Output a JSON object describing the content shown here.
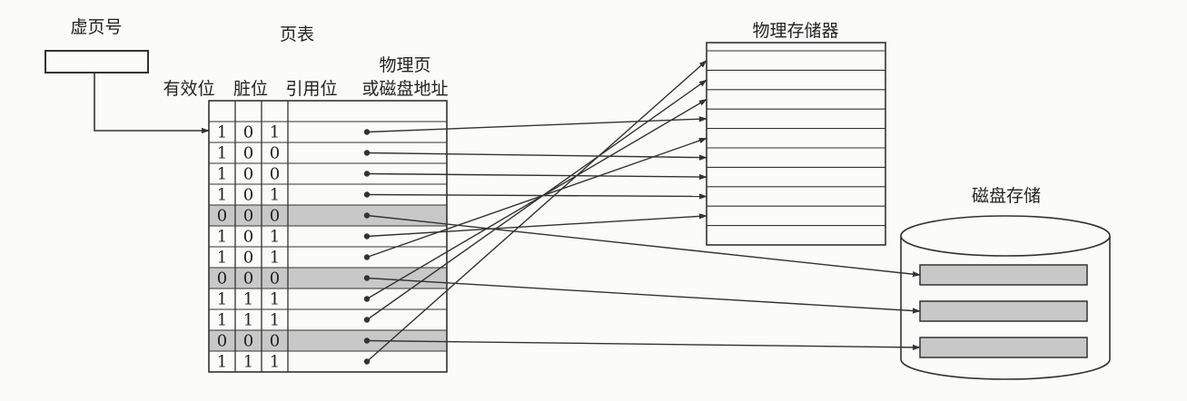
{
  "labels": {
    "virtual_page_number": "虚页号",
    "page_table": "页表",
    "col_valid": "有效位",
    "col_dirty": "脏位",
    "col_ref": "引用位",
    "col_addr_line1": "物理页",
    "col_addr_line2": "或磁盘地址",
    "physical_memory": "物理存储器",
    "disk_storage": "磁盘存储"
  },
  "page_table": {
    "rows": [
      {
        "valid": "1",
        "dirty": "0",
        "ref": "1",
        "target": "mem",
        "index": 3
      },
      {
        "valid": "1",
        "dirty": "0",
        "ref": "0",
        "target": "mem",
        "index": 5
      },
      {
        "valid": "1",
        "dirty": "0",
        "ref": "0",
        "target": "mem",
        "index": 6
      },
      {
        "valid": "1",
        "dirty": "0",
        "ref": "1",
        "target": "mem",
        "index": 7
      },
      {
        "valid": "0",
        "dirty": "0",
        "ref": "0",
        "target": "disk",
        "index": 0
      },
      {
        "valid": "1",
        "dirty": "0",
        "ref": "1",
        "target": "mem",
        "index": 8
      },
      {
        "valid": "1",
        "dirty": "0",
        "ref": "1",
        "target": "mem",
        "index": 4
      },
      {
        "valid": "0",
        "dirty": "0",
        "ref": "0",
        "target": "disk",
        "index": 1
      },
      {
        "valid": "1",
        "dirty": "1",
        "ref": "1",
        "target": "mem",
        "index": 2
      },
      {
        "valid": "1",
        "dirty": "1",
        "ref": "1",
        "target": "mem",
        "index": 1
      },
      {
        "valid": "0",
        "dirty": "0",
        "ref": "0",
        "target": "disk",
        "index": 2
      },
      {
        "valid": "1",
        "dirty": "1",
        "ref": "1",
        "target": "mem",
        "index": 0
      }
    ]
  },
  "physical_memory": {
    "slots": 10
  },
  "disk": {
    "blocks": 3
  },
  "colors": {
    "line": "#333333",
    "shade": "#c8c8c8",
    "background": "#fbfbf9"
  }
}
